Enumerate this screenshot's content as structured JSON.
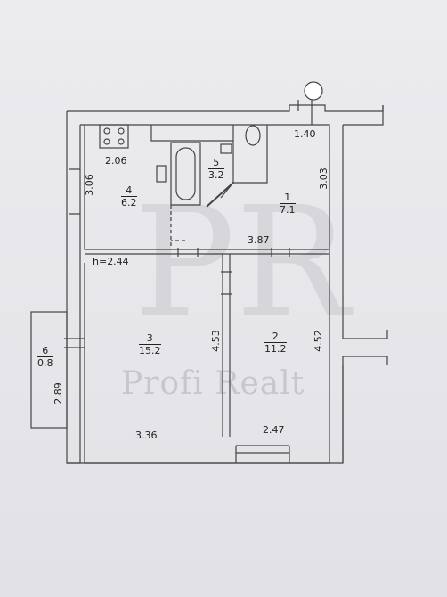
{
  "plan": {
    "ceiling_height": "h=2.44",
    "rooms": [
      {
        "number": "1",
        "area": "7.1"
      },
      {
        "number": "2",
        "area": "11.2"
      },
      {
        "number": "3",
        "area": "15.2"
      },
      {
        "number": "4",
        "area": "6.2"
      },
      {
        "number": "5",
        "area": "3.2"
      },
      {
        "number": "6",
        "area": "0.8"
      }
    ],
    "dimensions": {
      "kitchen_width": "2.06",
      "kitchen_depth": "3.06",
      "bath_width": "1.40",
      "hall_depth": "3.03",
      "corridor_length": "3.87",
      "room3_depth": "4.53",
      "room2_depth": "4.52",
      "room3_width": "3.36",
      "room2_width": "2.47",
      "balcony_length": "2.89"
    }
  },
  "watermark": {
    "monogram": "PR",
    "brand": "Profi Realt"
  }
}
